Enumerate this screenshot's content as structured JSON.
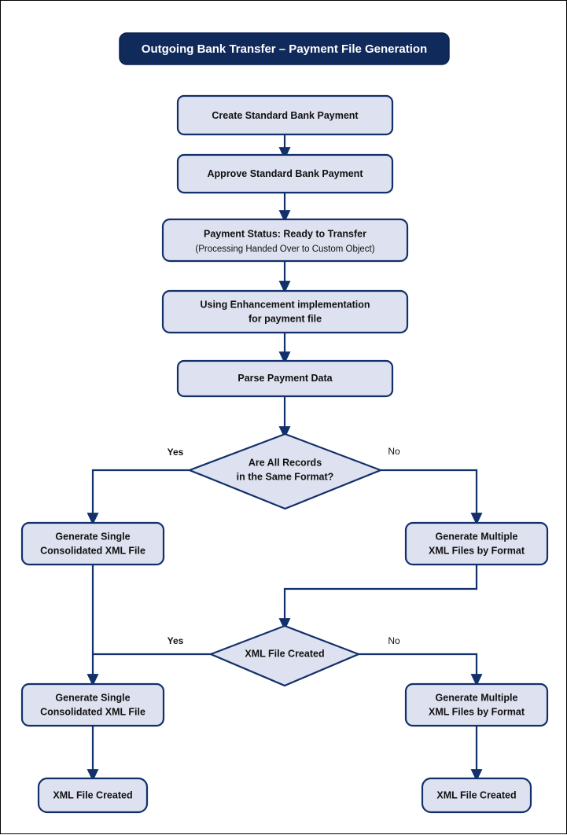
{
  "diagram": {
    "title": "Outgoing Bank Transfer – Payment File Generation",
    "type": "flowchart",
    "colors": {
      "title_bar": "#102a5c",
      "title_text": "#ffffff",
      "node_fill": "#dee1ef",
      "node_border": "#12306b",
      "connector": "#12306b",
      "canvas": "#ffffff",
      "canvas_border": "#000000"
    },
    "nodes": [
      {
        "id": "n1",
        "shape": "process",
        "label": "Create Standard Bank Payment"
      },
      {
        "id": "n2",
        "shape": "process",
        "label": "Approve Standard Bank Payment"
      },
      {
        "id": "n3",
        "shape": "process",
        "label": "Payment Status: Ready to Transfer",
        "sublabel": "(Processing Handed Over to Custom Object)"
      },
      {
        "id": "n4",
        "shape": "process",
        "label_line1": "Using Enhancement implementation",
        "label_line2": "for payment file"
      },
      {
        "id": "n5",
        "shape": "process",
        "label": "Parse Payment Data"
      },
      {
        "id": "d1",
        "shape": "decision",
        "label_line1": "Are All Records",
        "label_line2": "in the Same Format?"
      },
      {
        "id": "n6",
        "shape": "process",
        "label_line1": "Generate Single",
        "label_line2": "Consolidated XML File"
      },
      {
        "id": "n7",
        "shape": "process",
        "label_line1": "Generate Multiple",
        "label_line2": "XML Files by Format"
      },
      {
        "id": "d2",
        "shape": "decision",
        "label": "XML File Created"
      },
      {
        "id": "n8",
        "shape": "process",
        "label_line1": "Generate Single",
        "label_line2": "Consolidated XML File"
      },
      {
        "id": "n9",
        "shape": "process",
        "label_line1": "Generate Multiple",
        "label_line2": "XML Files by Format"
      },
      {
        "id": "n10",
        "shape": "terminator",
        "label": "XML File Created"
      },
      {
        "id": "n11",
        "shape": "terminator",
        "label": "XML File Created"
      }
    ],
    "edge_labels": {
      "d1_yes": "Yes",
      "d1_no": "No",
      "d2_yes": "Yes",
      "d2_no": "No"
    }
  }
}
